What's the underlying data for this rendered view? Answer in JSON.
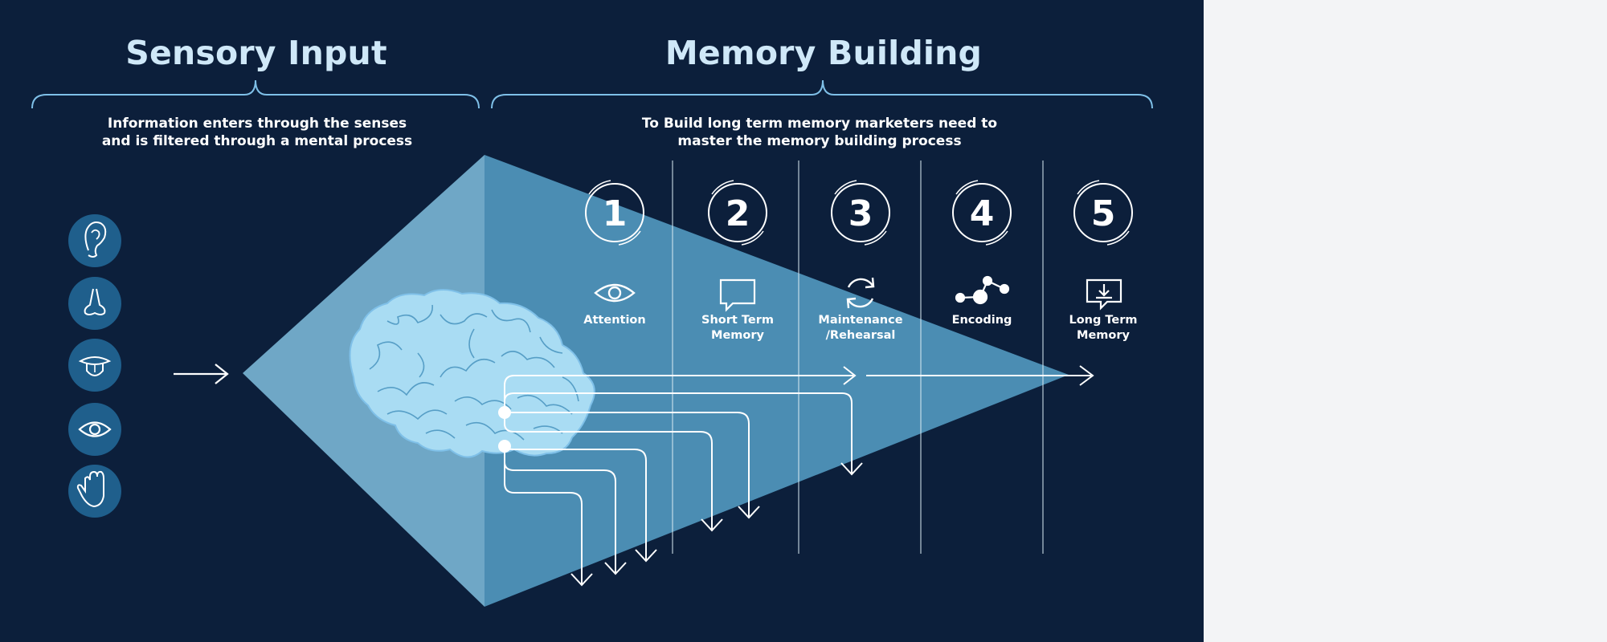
{
  "sensory": {
    "heading": "Sensory Input",
    "subtitle_lines": [
      "Information enters through the senses",
      "and is filtered through a mental process"
    ],
    "senses": [
      {
        "icon": "ear-icon"
      },
      {
        "icon": "nose-icon"
      },
      {
        "icon": "tongue-icon"
      },
      {
        "icon": "eye-icon"
      },
      {
        "icon": "hand-icon"
      }
    ]
  },
  "memory": {
    "heading": "Memory Building",
    "subtitle_lines": [
      "To Build long term memory marketers need to",
      "master the memory building process"
    ],
    "stages": [
      {
        "number": "1",
        "label_lines": [
          "Attention"
        ],
        "icon": "eye-icon"
      },
      {
        "number": "2",
        "label_lines": [
          "Short Term",
          "Memory"
        ],
        "icon": "chat-bubble-icon"
      },
      {
        "number": "3",
        "label_lines": [
          "Maintenance",
          "/Rehearsal"
        ],
        "icon": "refresh-icon"
      },
      {
        "number": "4",
        "label_lines": [
          "Encoding"
        ],
        "icon": "network-nodes-icon"
      },
      {
        "number": "5",
        "label_lines": [
          "Long Term",
          "Memory"
        ],
        "icon": "download-screen-icon"
      }
    ]
  },
  "colors": {
    "background": "#0c1f3b",
    "accent_light": "#cfe8f8",
    "triangle_left": "#6fa7c6",
    "triangle_right": "#4b8db3",
    "icon_circle": "#1f5f8c",
    "brain": "#a9dcf3",
    "brace": "#7fc0e8"
  }
}
